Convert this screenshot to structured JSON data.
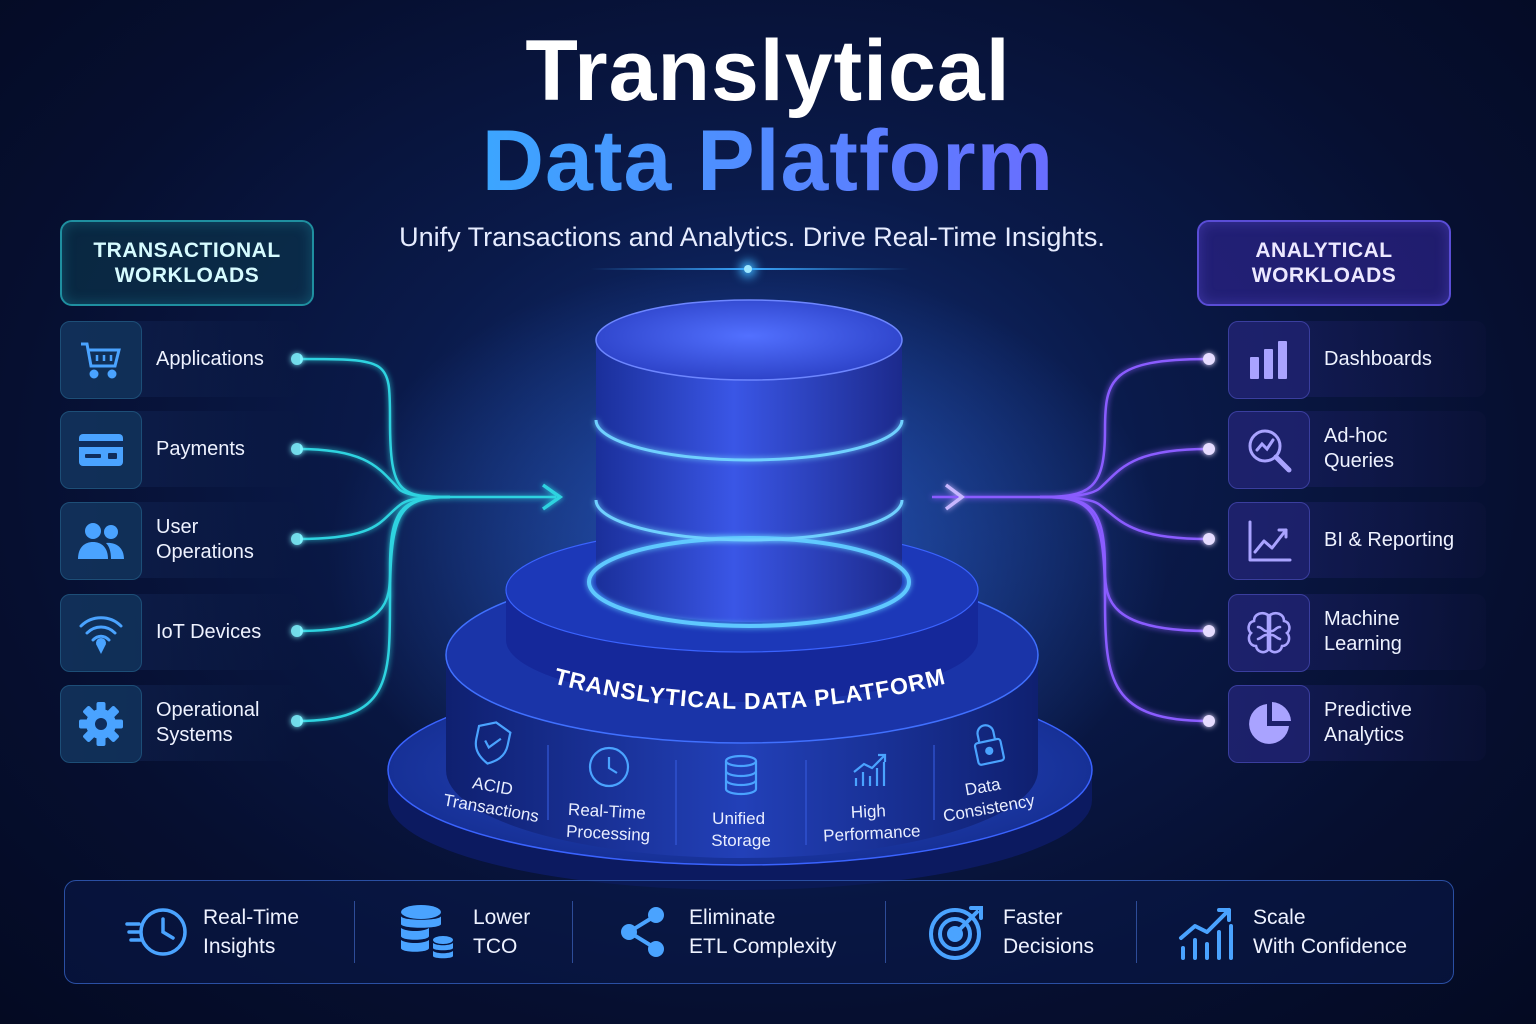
{
  "title": {
    "line1": "Translytical",
    "line2": "Data Platform"
  },
  "subtitle": "Unify Transactions and Analytics. Drive Real-Time Insights.",
  "transactional": {
    "header_line1": "TRANSACTIONAL",
    "header_line2": "WORKLOADS",
    "items": [
      {
        "line1": "Applications",
        "line2": "",
        "icon": "shopping-cart-icon"
      },
      {
        "line1": "Payments",
        "line2": "",
        "icon": "credit-card-icon"
      },
      {
        "line1": "User",
        "line2": "Operations",
        "icon": "users-icon"
      },
      {
        "line1": "IoT Devices",
        "line2": "",
        "icon": "wifi-icon"
      },
      {
        "line1": "Operational",
        "line2": "Systems",
        "icon": "gear-icon"
      }
    ]
  },
  "analytical": {
    "header_line1": "ANALYTICAL",
    "header_line2": "WORKLOADS",
    "items": [
      {
        "line1": "Dashboards",
        "line2": "",
        "icon": "bar-chart-icon"
      },
      {
        "line1": "Ad-hoc",
        "line2": "Queries",
        "icon": "magnifier-chart-icon"
      },
      {
        "line1": "BI & Reporting",
        "line2": "",
        "icon": "line-chart-icon"
      },
      {
        "line1": "Machine",
        "line2": "Learning",
        "icon": "brain-icon"
      },
      {
        "line1": "Predictive",
        "line2": "Analytics",
        "icon": "pie-chart-icon"
      }
    ]
  },
  "platform": {
    "ring_label": "TRANSLYTICAL DATA PLATFORM",
    "features": [
      {
        "line1": "ACID",
        "line2": "Transactions",
        "icon": "shield-check-icon"
      },
      {
        "line1": "Real-Time",
        "line2": "Processing",
        "icon": "clock-icon"
      },
      {
        "line1": "Unified",
        "line2": "Storage",
        "icon": "database-icon"
      },
      {
        "line1": "High",
        "line2": "Performance",
        "icon": "growth-chart-icon"
      },
      {
        "line1": "Data",
        "line2": "Consistency",
        "icon": "lock-icon"
      }
    ]
  },
  "benefits": [
    {
      "line1": "Real-Time",
      "line2": "Insights",
      "icon": "fast-clock-icon"
    },
    {
      "line1": "Lower",
      "line2": "TCO",
      "icon": "database-coins-icon"
    },
    {
      "line1": "Eliminate",
      "line2": "ETL Complexity",
      "icon": "share-nodes-icon"
    },
    {
      "line1": "Faster",
      "line2": "Decisions",
      "icon": "target-icon"
    },
    {
      "line1": "Scale",
      "line2": "With Confidence",
      "icon": "growth-arrow-icon"
    }
  ],
  "colors": {
    "teal": "#2fd3e0",
    "purple": "#8a5cff",
    "blue": "#3aa8ff",
    "icon_blue": "#4aa3ff"
  }
}
